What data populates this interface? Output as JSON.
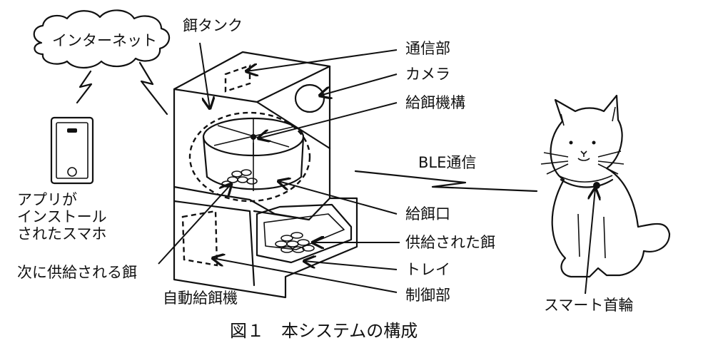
{
  "labels": {
    "internet": "インターネット",
    "tank": "餌タンク",
    "comm": "通信部",
    "camera": "カメラ",
    "mechanism": "給餌機構",
    "ble": "BLE通信",
    "outlet": "給餌口",
    "supplied": "供給された餌",
    "tray": "トレイ",
    "control": "制御部",
    "next_food": "次に供給される餌",
    "feeder": "自動給餌機",
    "collar": "スマート首輪",
    "phone_line1": "アプリが",
    "phone_line2": "インストール",
    "phone_line3": "されたスマホ"
  },
  "caption": "図１　本システムの構成"
}
